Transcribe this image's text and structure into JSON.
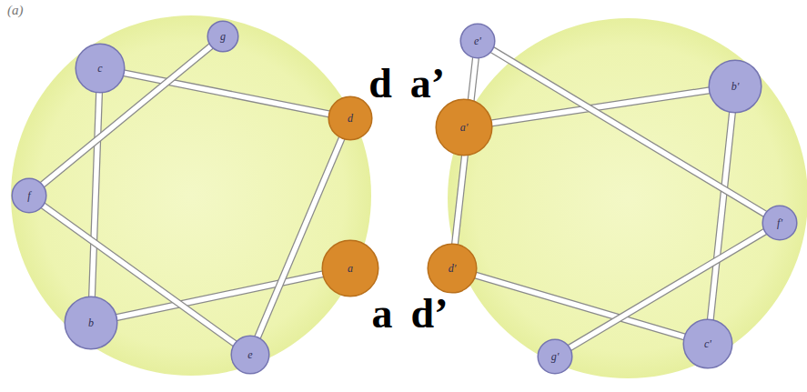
{
  "diagram": {
    "nodes": [
      {
        "text": [
          "a"
        ]
      },
      {
        "text": [
          "b"
        ]
      },
      {
        "text": [
          "c"
        ]
      },
      {
        "text": [
          "d"
        ]
      },
      {
        "text": [
          "e"
        ]
      },
      {
        "text": [
          "f"
        ]
      },
      {
        "text": [
          "g"
        ]
      },
      {
        "text": [
          "a'"
        ]
      },
      {
        "text": [
          "b'"
        ]
      },
      {
        "text": [
          "c'"
        ]
      },
      {
        "text": [
          "d'"
        ]
      },
      {
        "text": [
          "e'"
        ]
      },
      {
        "text": [
          "f'"
        ]
      },
      {
        "text": [
          "g'"
        ]
      }
    ],
    "edges": [
      {
        "from": 0,
        "to": 1,
        "arrow": "none"
      },
      {
        "from": 1,
        "to": 2,
        "arrow": "none"
      },
      {
        "from": 2,
        "to": 3,
        "arrow": "none"
      },
      {
        "from": 3,
        "to": 4,
        "arrow": "none"
      },
      {
        "from": 4,
        "to": 5,
        "arrow": "none"
      },
      {
        "from": 5,
        "to": 6,
        "arrow": "none"
      },
      {
        "from": 7,
        "to": 8,
        "arrow": "none"
      },
      {
        "from": 8,
        "to": 9,
        "arrow": "none"
      },
      {
        "from": 9,
        "to": 10,
        "arrow": "none"
      },
      {
        "from": 10,
        "to": 11,
        "arrow": "none"
      },
      {
        "from": 11,
        "to": 12,
        "arrow": "none"
      },
      {
        "from": 12,
        "to": 13,
        "arrow": "none"
      }
    ],
    "labels": [
      "(a)",
      "d",
      "a’",
      "a",
      "d’"
    ]
  }
}
